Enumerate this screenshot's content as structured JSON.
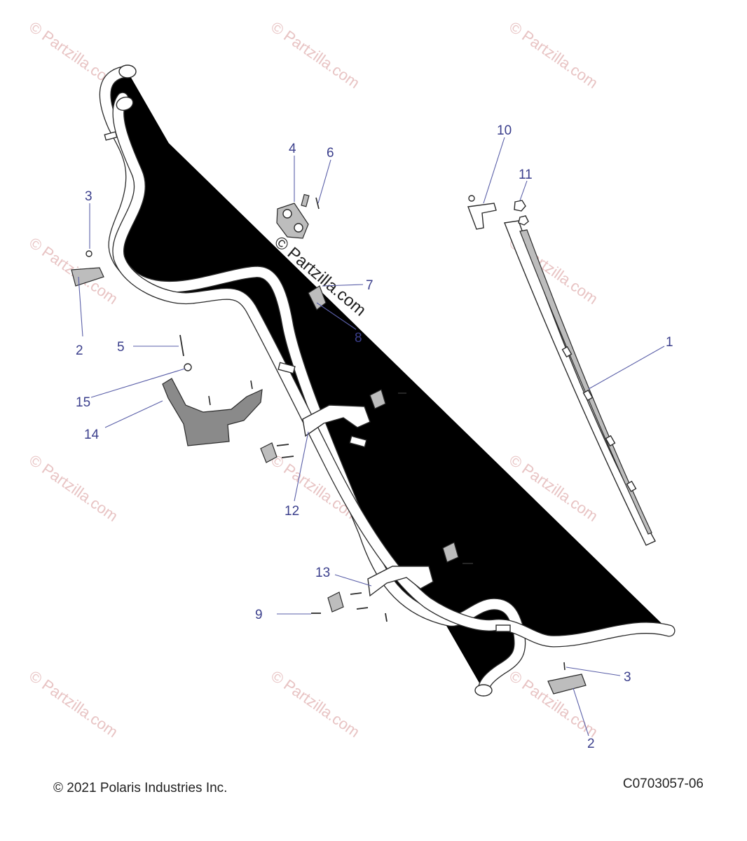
{
  "watermark": "© Partzilla.com",
  "center_watermark": "© Partzilla.com",
  "footer": {
    "copyright": "© 2021 Polaris Industries Inc.",
    "drawing_id": "C0703057-06"
  },
  "callouts": {
    "c1": "1",
    "c2a": "2",
    "c2b": "2",
    "c3a": "3",
    "c3b": "3",
    "c4": "4",
    "c5": "5",
    "c6": "6",
    "c7": "7",
    "c8": "8",
    "c9": "9",
    "c10": "10",
    "c11": "11",
    "c12": "12",
    "c13": "13",
    "c14": "14",
    "c15": "15"
  }
}
